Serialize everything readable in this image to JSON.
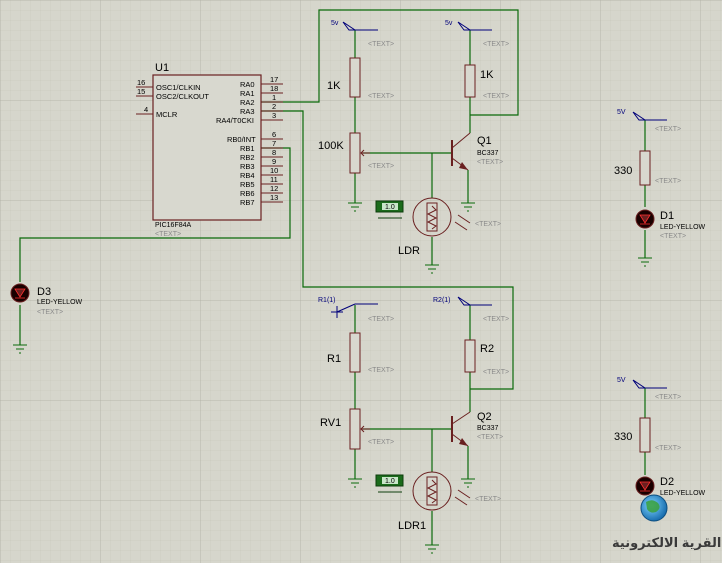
{
  "placeholder": "<TEXT>",
  "u1": {
    "ref": "U1",
    "part": "PIC16F84A",
    "left_pins": [
      {
        "num": "16",
        "name": "OSC1/CLKIN"
      },
      {
        "num": "15",
        "name": "OSC2/CLKOUT"
      },
      {
        "num": "4",
        "name": "MCLR"
      }
    ],
    "right_pins": [
      {
        "num": "17",
        "name": "RA0"
      },
      {
        "num": "18",
        "name": "RA1"
      },
      {
        "num": "1",
        "name": "RA2"
      },
      {
        "num": "2",
        "name": "RA3"
      },
      {
        "num": "3",
        "name": "RA4/T0CKI"
      },
      {
        "num": "6",
        "name": "RB0/INT"
      },
      {
        "num": "7",
        "name": "RB1"
      },
      {
        "num": "8",
        "name": "RB2"
      },
      {
        "num": "9",
        "name": "RB3"
      },
      {
        "num": "10",
        "name": "RB4"
      },
      {
        "num": "11",
        "name": "RB5"
      },
      {
        "num": "12",
        "name": "RB6"
      },
      {
        "num": "13",
        "name": "RB7"
      }
    ]
  },
  "power": {
    "p1": "5v",
    "p2": "5v",
    "p3": "5V",
    "p4": "R1(1)",
    "p5": "R2(1)",
    "p6": "5V"
  },
  "resistors": {
    "r_top1": "1K",
    "r_top2": "1K",
    "pot_top": "100K",
    "r_bot1": "R1",
    "r_bot2": "R2",
    "pot_bot": "RV1",
    "r_d1": "330",
    "r_d2": "330"
  },
  "transistors": {
    "q1": {
      "ref": "Q1",
      "part": "BC337"
    },
    "q2": {
      "ref": "Q2",
      "part": "BC337"
    }
  },
  "ldrs": {
    "ldr1": {
      "ref": "LDR",
      "meter": "1.0"
    },
    "ldr2": {
      "ref": "LDR1",
      "meter": "1.0"
    }
  },
  "leds": {
    "d1": {
      "ref": "D1",
      "part": "LED-YELLOW"
    },
    "d2": {
      "ref": "D2",
      "part": "LED-YELLOW"
    },
    "d3": {
      "ref": "D3",
      "part": "LED-YELLOW"
    }
  },
  "watermark": "القرية الالكترونية"
}
